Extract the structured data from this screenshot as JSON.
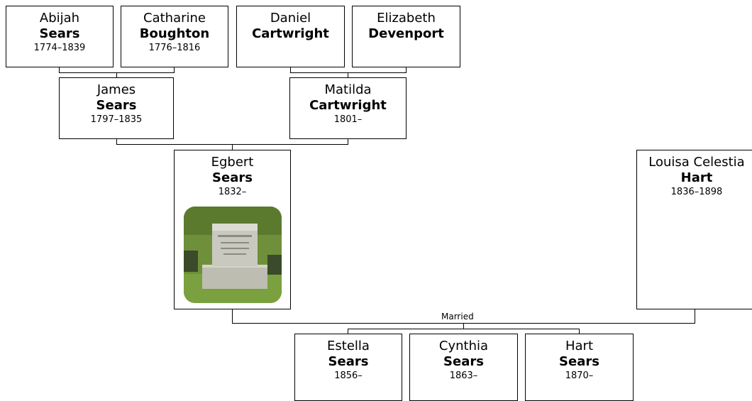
{
  "people": {
    "abijah": {
      "given": "Abijah",
      "surname": "Sears",
      "dates": "1774–1839"
    },
    "catharine": {
      "given": "Catharine",
      "surname": "Boughton",
      "dates": "1776–1816"
    },
    "daniel": {
      "given": "Daniel",
      "surname": "Cartwright",
      "dates": ""
    },
    "elizabeth": {
      "given": "Elizabeth",
      "surname": "Devenport",
      "dates": ""
    },
    "james": {
      "given": "James",
      "surname": "Sears",
      "dates": "1797–1835"
    },
    "matilda": {
      "given": "Matilda",
      "surname": "Cartwright",
      "dates": "1801–"
    },
    "egbert": {
      "given": "Egbert",
      "surname": "Sears",
      "dates": "1832–"
    },
    "louisa": {
      "given": "Louisa Celestia",
      "surname": "Hart",
      "dates": "1836–1898"
    },
    "estella": {
      "given": "Estella",
      "surname": "Sears",
      "dates": "1856–"
    },
    "cynthia": {
      "given": "Cynthia",
      "surname": "Sears",
      "dates": "1863–"
    },
    "hart": {
      "given": "Hart",
      "surname": "Sears",
      "dates": "1870–"
    }
  },
  "relationship_label": "Married"
}
